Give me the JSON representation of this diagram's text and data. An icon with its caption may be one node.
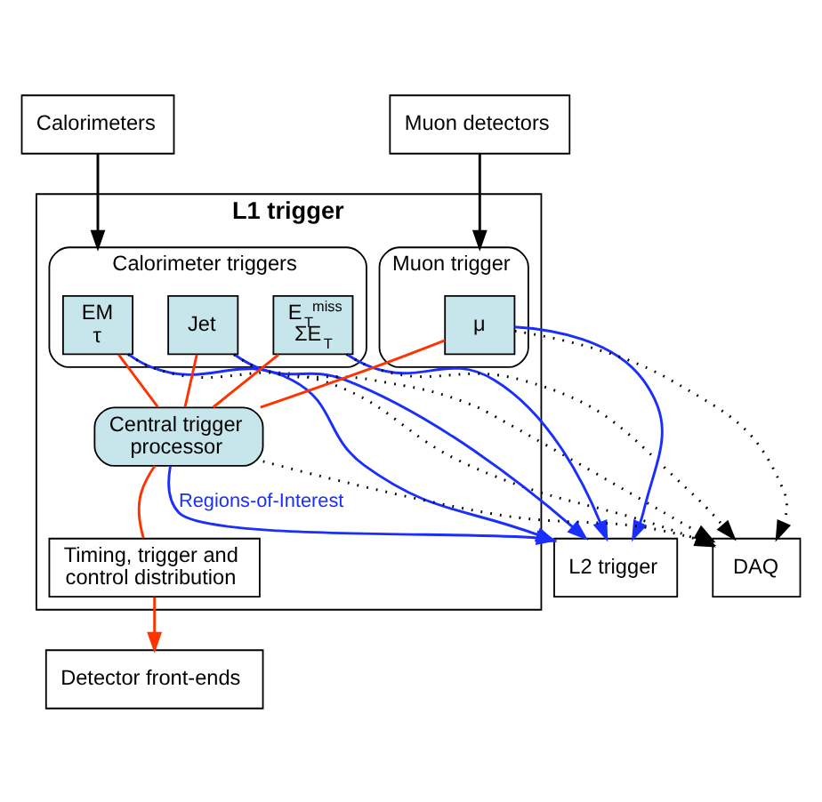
{
  "diagram": {
    "nodes": [
      {
        "text": [
          "Calorimeters"
        ]
      },
      {
        "text": [
          "Muon detectors"
        ]
      },
      {
        "text": [
          "L1 trigger"
        ]
      },
      {
        "text": [
          "Calorimeter triggers"
        ],
        "in": 2
      },
      {
        "text": [
          "EM τ"
        ],
        "in": 3
      },
      {
        "text": [
          "Jet"
        ],
        "in": 3
      },
      {
        "text": [
          "E$_{T}$$^{miss}$ ΣE$_{T}$"
        ],
        "in": 3
      },
      {
        "text": [
          "Muon trigger"
        ],
        "in": 2
      },
      {
        "text": [
          "μ"
        ],
        "in": 7
      },
      {
        "text": [
          "Central trigger processor"
        ],
        "in": 2
      },
      {
        "text": [
          "Timing, trigger and control distribution"
        ],
        "in": 2
      },
      {
        "text": [
          "Detector front-ends"
        ]
      },
      {
        "text": [
          "L2 trigger"
        ]
      },
      {
        "text": [
          "DAQ"
        ]
      }
    ],
    "edges": [
      {
        "from": 0,
        "to": 3,
        "arrow": "to"
      },
      {
        "from": 1,
        "to": 7,
        "arrow": "to"
      },
      {
        "from": 4,
        "to": 9,
        "arrow": "none",
        "color": "#ff3300"
      },
      {
        "from": 5,
        "to": 9,
        "arrow": "none",
        "color": "#ff3300"
      },
      {
        "from": 6,
        "to": 9,
        "arrow": "none",
        "color": "#ff3300"
      },
      {
        "from": 8,
        "to": 9,
        "arrow": "none",
        "color": "#ff3300"
      },
      {
        "from": 4,
        "to": 12,
        "arrow": "to",
        "color": "#1a2eff"
      },
      {
        "from": 5,
        "to": 12,
        "arrow": "to",
        "color": "#1a2eff"
      },
      {
        "from": 6,
        "to": 12,
        "arrow": "to",
        "color": "#1a2eff"
      },
      {
        "from": 8,
        "to": 12,
        "arrow": "to",
        "color": "#1a2eff"
      },
      {
        "from": 9,
        "to": 12,
        "arrow": "to",
        "color": "#1a2eff",
        "label": "Regions-of-Interest"
      },
      {
        "from": 4,
        "to": 13,
        "arrow": "to",
        "style": "dashed"
      },
      {
        "from": 5,
        "to": 13,
        "arrow": "to",
        "style": "dashed"
      },
      {
        "from": 6,
        "to": 13,
        "arrow": "to",
        "style": "dashed"
      },
      {
        "from": 8,
        "to": 13,
        "arrow": "to",
        "style": "dashed"
      },
      {
        "from": 9,
        "to": 13,
        "arrow": "to",
        "style": "dashed"
      },
      {
        "from": 9,
        "to": 10,
        "arrow": "none",
        "color": "#ff3300"
      },
      {
        "from": 10,
        "to": 11,
        "arrow": "to",
        "color": "#ff3300"
      }
    ]
  }
}
